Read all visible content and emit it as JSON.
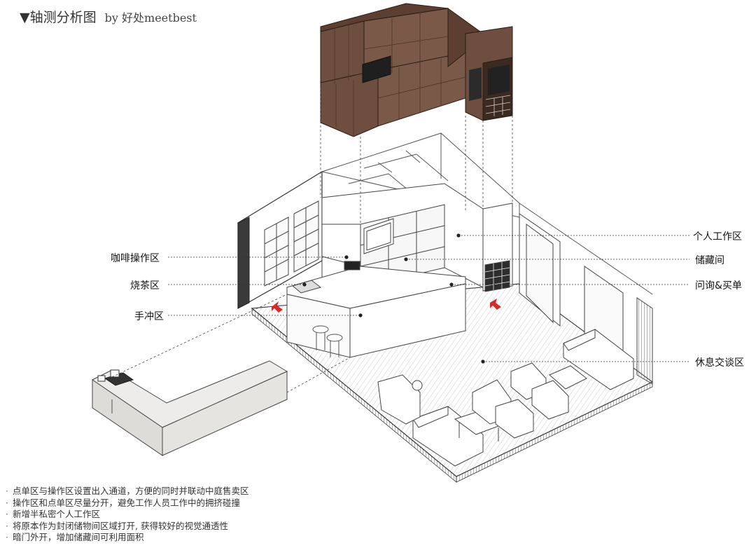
{
  "header": {
    "title": "▼轴测分析图",
    "byline": "by 好处meetbest"
  },
  "labels": {
    "coffee_zone": "咖啡操作区",
    "tea_zone": "烧茶区",
    "pourover_zone": "手冲区",
    "personal_workspace": "个人工作区",
    "storage_room": "储藏间",
    "inquiry_order": "问询&买单",
    "lounge_zone": "休息交谈区"
  },
  "notes": [
    "点单区与操作区设置出入通道，方便的同时并联动中庭售卖区",
    "操作区和点单区尽量分开，避免工作人员工作中的拥挤碰撞",
    "新增半私密个人工作区",
    "将原本作为封闭储物间区域打开, 获得较好的视觉通透性",
    "暗门外开，增加储藏间可利用面积"
  ],
  "colors": {
    "cabinet_wood": "#6e4f3f",
    "cabinet_dark": "#4e3529",
    "entry_arrow": "#d42a2a",
    "counter_gray": "#e2e0dc",
    "line": "#333333"
  }
}
